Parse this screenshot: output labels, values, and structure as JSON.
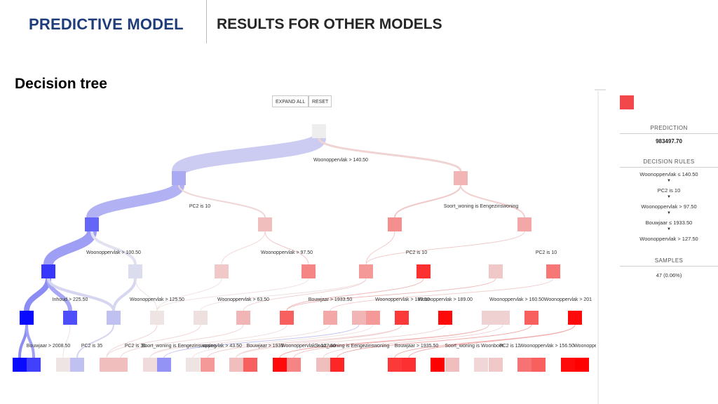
{
  "header": {
    "title": "PREDICTIVE MODEL",
    "subtitle": "RESULTS FOR OTHER MODELS"
  },
  "section_title": "Decision tree",
  "controls": {
    "expand_all": "EXPAND ALL",
    "reset": "RESET"
  },
  "colors": {
    "low": "#0a0aff",
    "high": "#ff0000",
    "link_low": "#8c8cf5",
    "link_high": "#f2a0a0"
  },
  "tree": {
    "levels": [
      [
        {
          "v": 0.5,
          "w": 3
        }
      ],
      [
        {
          "v": 0.35,
          "w": 20
        },
        {
          "v": 0.62,
          "w": 3
        }
      ],
      [
        {
          "v": 0.2,
          "w": 16
        },
        {
          "v": 0.6,
          "w": 2
        },
        {
          "v": 0.7,
          "w": 2
        },
        {
          "v": 0.65,
          "w": 2
        }
      ],
      [
        {
          "v": 0.1,
          "w": 14
        },
        {
          "v": 0.46,
          "w": 4
        },
        {
          "v": 0.58,
          "w": 1
        },
        {
          "v": 0.72,
          "w": 1
        },
        {
          "v": 0.68,
          "w": 1
        },
        {
          "v": 0.9,
          "w": 1
        },
        {
          "v": 0.58,
          "w": 1
        },
        {
          "v": 0.75,
          "w": 1
        }
      ],
      [
        {
          "v": 0.0,
          "w": 8
        },
        {
          "v": 0.15,
          "w": 6
        },
        {
          "v": 0.4,
          "w": 4
        },
        {
          "v": 0.52,
          "w": 1
        },
        {
          "v": 0.53,
          "w": 1
        },
        {
          "v": 0.62,
          "w": 1
        },
        {
          "v": 0.8,
          "w": 1
        },
        {
          "v": 0.65,
          "w": 1
        },
        {
          "v": 0.62,
          "w": 1
        },
        {
          "v": 0.68,
          "w": 1
        },
        {
          "v": 0.88,
          "w": 1
        },
        {
          "v": 0.98,
          "w": 1
        },
        {
          "v": 0.56,
          "w": 1
        },
        {
          "v": 0.56,
          "w": 1
        },
        {
          "v": 0.8,
          "w": 1
        },
        {
          "v": 0.98,
          "w": 1
        }
      ],
      [
        {
          "v": 0.0,
          "w": 4
        },
        {
          "v": 0.12,
          "w": 4
        },
        {
          "v": 0.52,
          "w": 1
        },
        {
          "v": 0.4,
          "w": 2
        },
        {
          "v": 0.6,
          "w": 1
        },
        {
          "v": 0.6,
          "w": 1
        },
        {
          "v": 0.54,
          "w": 1
        },
        {
          "v": 0.3,
          "w": 1
        },
        {
          "v": 0.52,
          "w": 1
        },
        {
          "v": 0.68,
          "w": 1
        },
        {
          "v": 0.6,
          "w": 1
        },
        {
          "v": 0.8,
          "w": 1
        },
        {
          "v": 0.98,
          "w": 1
        },
        {
          "v": 0.72,
          "w": 1
        },
        {
          "v": 0.6,
          "w": 1
        },
        {
          "v": 0.92,
          "w": 1
        },
        {
          "v": 0.88,
          "w": 1
        },
        {
          "v": 0.9,
          "w": 1
        },
        {
          "v": 1.0,
          "w": 1
        },
        {
          "v": 0.6,
          "w": 1
        },
        {
          "v": 0.55,
          "w": 1
        },
        {
          "v": 0.58,
          "w": 1
        },
        {
          "v": 0.76,
          "w": 1
        },
        {
          "v": 0.8,
          "w": 1
        },
        {
          "v": 0.98,
          "w": 1
        },
        {
          "v": 1.0,
          "w": 1
        }
      ]
    ],
    "edges": [
      [
        [
          0,
          0
        ],
        [
          0,
          1
        ]
      ],
      [
        [
          0,
          0
        ],
        [
          0,
          1
        ],
        [
          1,
          2
        ],
        [
          1,
          3
        ]
      ],
      [
        [
          0,
          0
        ],
        [
          0,
          1
        ],
        [
          1,
          2
        ],
        [
          1,
          3
        ],
        [
          2,
          4
        ],
        [
          3,
          4
        ],
        [
          4,
          5
        ],
        [
          4,
          6
        ],
        [
          5,
          7
        ],
        [
          6,
          7
        ],
        [
          7,
          8
        ],
        [
          7,
          9
        ]
      ],
      [
        [
          0,
          0
        ],
        [
          0,
          1
        ],
        [
          0,
          2
        ],
        [
          1,
          2
        ],
        [
          1,
          3
        ],
        [
          2,
          3
        ],
        [
          3,
          3
        ],
        [
          4,
          4
        ],
        [
          4,
          5
        ],
        [
          5,
          6
        ],
        [
          6,
          6
        ],
        [
          7,
          7
        ],
        [
          8,
          7
        ],
        [
          9,
          8
        ],
        [
          10,
          8
        ],
        [
          11,
          9
        ]
      ],
      [
        [
          0,
          0
        ],
        [
          0,
          1
        ],
        [
          1,
          2
        ],
        [
          2,
          3
        ],
        [
          3,
          4
        ],
        [
          4,
          4
        ],
        [
          5,
          5
        ],
        [
          6,
          6
        ],
        [
          7,
          6
        ],
        [
          8,
          7
        ],
        [
          9,
          8
        ],
        [
          10,
          9
        ],
        [
          10,
          10
        ],
        [
          11,
          10
        ],
        [
          12,
          12
        ],
        [
          12,
          13
        ],
        [
          13,
          14
        ],
        [
          14,
          15
        ],
        [
          15,
          16
        ],
        [
          15,
          17
        ],
        [
          16,
          18
        ],
        [
          16,
          19
        ],
        [
          17,
          20
        ],
        [
          17,
          21
        ],
        [
          18,
          22
        ],
        [
          19,
          22
        ],
        [
          20,
          23
        ],
        [
          21,
          24
        ],
        [
          21,
          25
        ],
        [
          22,
          25
        ],
        [
          23,
          25
        ],
        [
          24,
          25
        ],
        [
          25,
          25
        ]
      ]
    ],
    "labels": [
      "Woonoppervlak > 140.50",
      "PC2 is 10",
      "Soort_woning is Eengezinswoning",
      "Woonoppervlak > 100.50",
      "Woonoppervlak > 97.50",
      "PC2 is 10",
      "PC2 is 10",
      "Inhoud > 225.50",
      "Woonoppervlak > 125.50",
      "Woonoppervlak > 63.50",
      "Bouwjaar > 1933.50",
      "Woonoppervlak > 180.50",
      "Woonoppervlak > 189.00",
      "Woonoppervlak > 160.50",
      "Woonoppervlak > 201",
      "Bouwjaar > 2008.50",
      "PC2 is 35",
      "PC2 is 35",
      "Soort_woning is Eengezinswoning",
      "oppervlak > 43.50",
      "Bouwjaar > 1935",
      "Woonoppervlak > 127.50",
      "Soort_woning is Eengezinswoning",
      "Bouwjaar > 1935.50",
      "Soort_woning is Woonboot",
      "PC2 is 11",
      "Woonoppervlak > 156.50",
      "Woonopperv"
    ]
  },
  "panel": {
    "prediction_label": "PREDICTION",
    "prediction_value": "983497.70",
    "rules_label": "DECISION RULES",
    "rules": [
      "Woonoppervlak ≤ 140.50",
      "PC2 is 10",
      "Woonoppervlak > 97.50",
      "Bouwjaar ≤ 1933.50",
      "Woonoppervlak > 127.50"
    ],
    "samples_label": "SAMPLES",
    "samples_value": "47 (0.06%)"
  }
}
